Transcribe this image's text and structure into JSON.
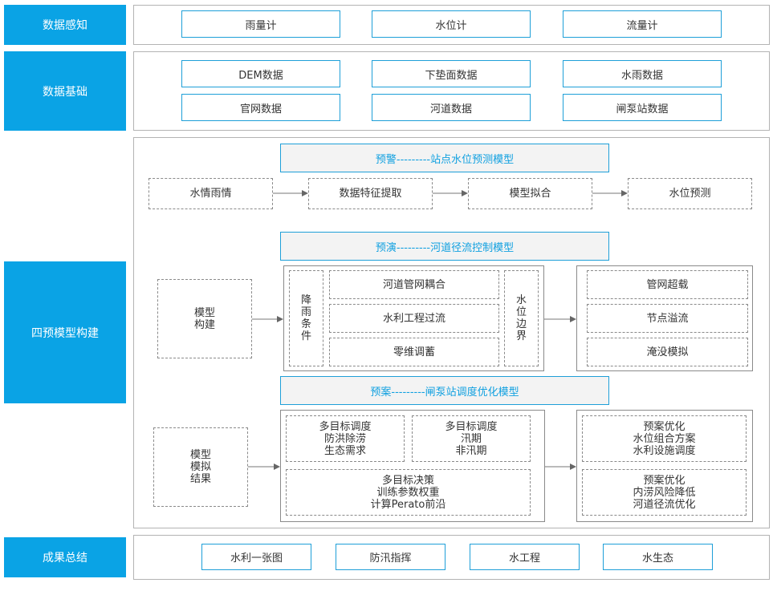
{
  "rows": {
    "perception": "数据感知",
    "foundation": "数据基础",
    "models": "四预模型构建",
    "results": "成果总结"
  },
  "perception_items": [
    "雨量计",
    "水位计",
    "流量计"
  ],
  "foundation_items": [
    "DEM数据",
    "下垫面数据",
    "水雨数据",
    "官网数据",
    "河道数据",
    "闸泵站数据"
  ],
  "warning": {
    "title": "预警---------站点水位预测模型",
    "flow": [
      "水情雨情",
      "数据特征提取",
      "模型拟合",
      "水位预测"
    ]
  },
  "rehearsal": {
    "title": "预演---------河道径流控制模型",
    "model_build": [
      "模型",
      "构建"
    ],
    "rain_condition": [
      "降",
      "雨",
      "条",
      "件"
    ],
    "middle": [
      "河道管网耦合",
      "水利工程过流",
      "零维调蓄"
    ],
    "water_boundary": [
      "水",
      "位",
      "边",
      "界"
    ],
    "outputs": [
      "管网超载",
      "节点溢流",
      "淹没模拟"
    ]
  },
  "plan": {
    "title": "预案---------闸泵站调度优化模型",
    "model_result": [
      "模型",
      "模拟",
      "结果"
    ],
    "box_a": [
      "多目标调度",
      "防洪除涝",
      "生态需求"
    ],
    "box_b": [
      "多目标调度",
      "汛期",
      "非汛期"
    ],
    "box_c": [
      "多目标决策",
      "训练参数权重",
      "计算Perato前沿"
    ],
    "out_a": [
      "预案优化",
      "水位组合方案",
      "水利设施调度"
    ],
    "out_b": [
      "预案优化",
      "内涝风险降低",
      "河道径流优化"
    ]
  },
  "result_items": [
    "水利一张图",
    "防汛指挥",
    "水工程",
    "水生态"
  ],
  "colors": {
    "accent": "#0aa3e5",
    "title_text": "#10a0e0",
    "border": "#8a8a8a"
  }
}
